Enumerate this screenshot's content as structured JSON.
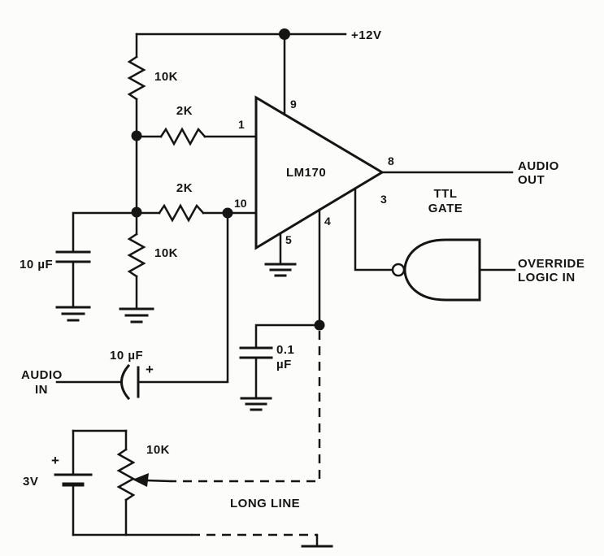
{
  "colors": {
    "ink": "#151515",
    "paper": "#fcfcfa"
  },
  "diagram": {
    "power": {
      "supply": "+12V"
    },
    "opamp": {
      "part": "LM170",
      "pin1": "1",
      "pin3": "3",
      "pin4": "4",
      "pin5": "5",
      "pin8": "8",
      "pin9": "9",
      "pin10": "10"
    },
    "resistors": {
      "r1": "10K",
      "r2": "2K",
      "r3": "2K",
      "r4": "10K",
      "pot": "10K"
    },
    "capacitors": {
      "c1": "10 µF",
      "c2_value": "0.1",
      "c2_unit": "µF",
      "c3": "10 µF",
      "c3_polarity": "+"
    },
    "battery": {
      "value": "3V",
      "polarity": "+"
    },
    "gate": {
      "line1": "TTL",
      "line2": "GATE"
    },
    "io": {
      "audio_out1": "AUDIO",
      "audio_out2": "OUT",
      "override1": "OVERRIDE",
      "override2": "LOGIC IN",
      "audio_in1": "AUDIO",
      "audio_in2": "IN"
    },
    "annotations": {
      "long_line": "LONG LINE"
    }
  }
}
